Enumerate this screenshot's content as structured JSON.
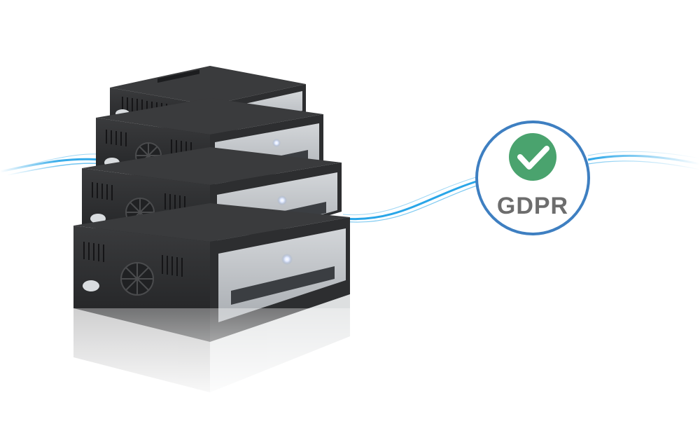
{
  "badge": {
    "label": "GDPR",
    "ring_color": "#3e7fc1",
    "check_color": "#4aa36e",
    "text_color": "#6d6d6d",
    "icon": "check-icon"
  },
  "colors": {
    "wave": "#29a6e8",
    "chassis_dark": "#2b2c2e",
    "chassis_top": "#3b3c3e",
    "front_panel": "#b8bcc0"
  },
  "servers": [
    {
      "name": "server-unit-1"
    },
    {
      "name": "server-unit-2"
    },
    {
      "name": "server-unit-3"
    },
    {
      "name": "server-unit-4"
    }
  ]
}
